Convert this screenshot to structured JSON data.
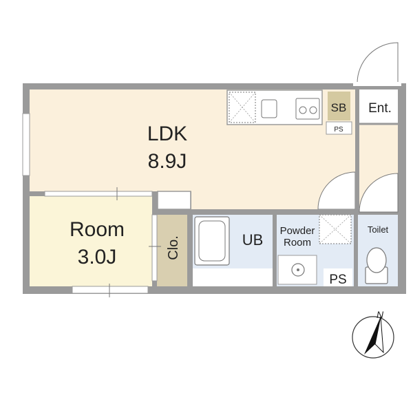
{
  "rooms": {
    "ldk": {
      "name": "LDK",
      "size": "8.9J"
    },
    "room": {
      "name": "Room",
      "size": "3.0J"
    },
    "closet": {
      "name": "Clo."
    },
    "unit_bath": {
      "name": "UB"
    },
    "powder_room": {
      "line1": "Powder",
      "line2": "Room"
    },
    "toilet": {
      "name": "Toilet"
    },
    "entrance": {
      "name": "Ent."
    },
    "shoe_box": {
      "name": "SB"
    },
    "pipe_space_small": {
      "name": "PS"
    },
    "pipe_space_large": {
      "name": "PS"
    }
  },
  "compass": {
    "north_label": "N"
  },
  "colors": {
    "wall": "#9a9a9a",
    "ldk_floor": "#fbf0dc",
    "room_floor": "#fbf5d8",
    "wet_area": "#e3ebf5",
    "closet": "#d9cfb0",
    "shoe_box": "#d4c9a0"
  }
}
